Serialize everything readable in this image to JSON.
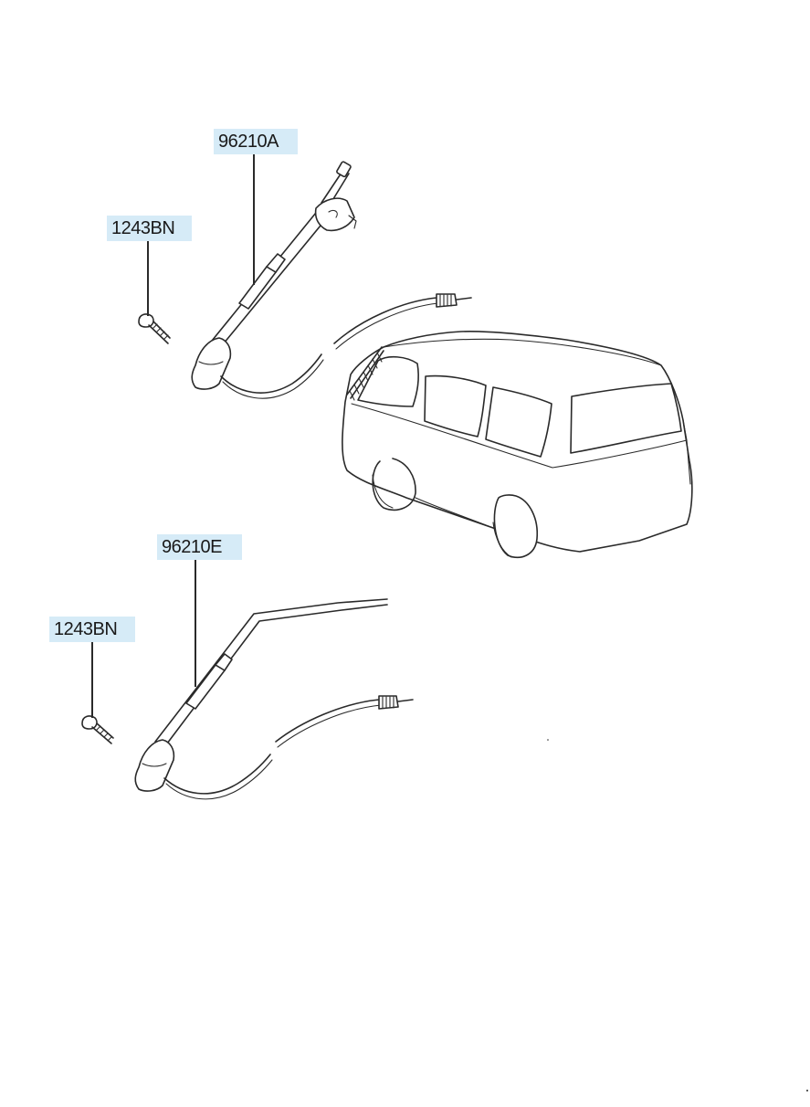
{
  "callouts": {
    "part_96210a": "96210A",
    "screw_top": "1243BN",
    "part_96210e": "96210E",
    "screw_bottom": "1243BN"
  },
  "colors": {
    "callout_background": "#d6ebf7",
    "line": "#2a2a2a",
    "background": "#ffffff"
  },
  "icons": {
    "screw": "screw-icon",
    "antenna": "antenna-icon",
    "vehicle": "van-icon"
  }
}
